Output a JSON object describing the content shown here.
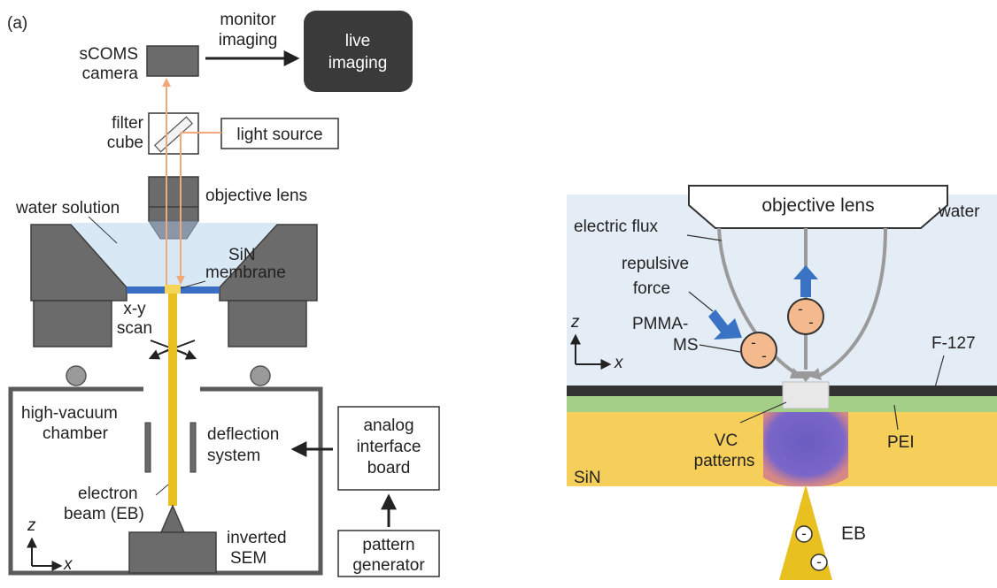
{
  "panel_a": {
    "panel_label": "(a)",
    "camera_label": [
      "sCOMS",
      "camera"
    ],
    "monitor_label": [
      "monitor",
      "imaging"
    ],
    "live_imaging": [
      "live",
      "imaging"
    ],
    "filter_cube_label": [
      "filter",
      "cube"
    ],
    "light_source": "light source",
    "objective_lens": "objective lens",
    "water_solution": "water solution",
    "sin_membrane": [
      "SiN",
      "membrane"
    ],
    "xy_scan": [
      "x-y",
      "scan"
    ],
    "chamber_label": [
      "high-vacuum",
      "chamber"
    ],
    "deflection_label": [
      "deflection",
      "system"
    ],
    "analog_board": [
      "analog",
      "interface",
      "board"
    ],
    "electron_beam": [
      "electron",
      "beam (EB)"
    ],
    "inverted_sem": [
      "inverted",
      "SEM"
    ],
    "pattern_generator": [
      "pattern",
      "generator"
    ],
    "axis_z": "z",
    "axis_x": "x"
  },
  "panel_b": {
    "objective_lens": "objective lens",
    "water": "water",
    "electric_flux": "electric flux",
    "repulsive_force": [
      "repulsive",
      "force"
    ],
    "pmma_ms": [
      "PMMA-",
      "MS"
    ],
    "f127": "F-127",
    "vc_patterns": [
      "VC",
      "patterns"
    ],
    "pei": "PEI",
    "sin": "SiN",
    "eb": "EB",
    "axis_z": "z",
    "axis_x": "x",
    "charge_sign": "-"
  },
  "colors": {
    "device_gray": "#6b6b6b",
    "device_stroke": "#3e3e3e",
    "live_box": "#3a3a3a",
    "beam_yellow": "#e8c020",
    "light_ray": "#f2a878",
    "membrane_blue": "#3a6fc4",
    "water_light": "#d9e8f5",
    "water_bg": "#e4edf6",
    "particle_orange": "#f5b98e",
    "force_blue": "#3a72c4",
    "sin_yellow": "#f5cf5a",
    "pei_green": "#a4cf86",
    "f127_dark": "#333333",
    "vc_purple": "#6a5cc0"
  }
}
